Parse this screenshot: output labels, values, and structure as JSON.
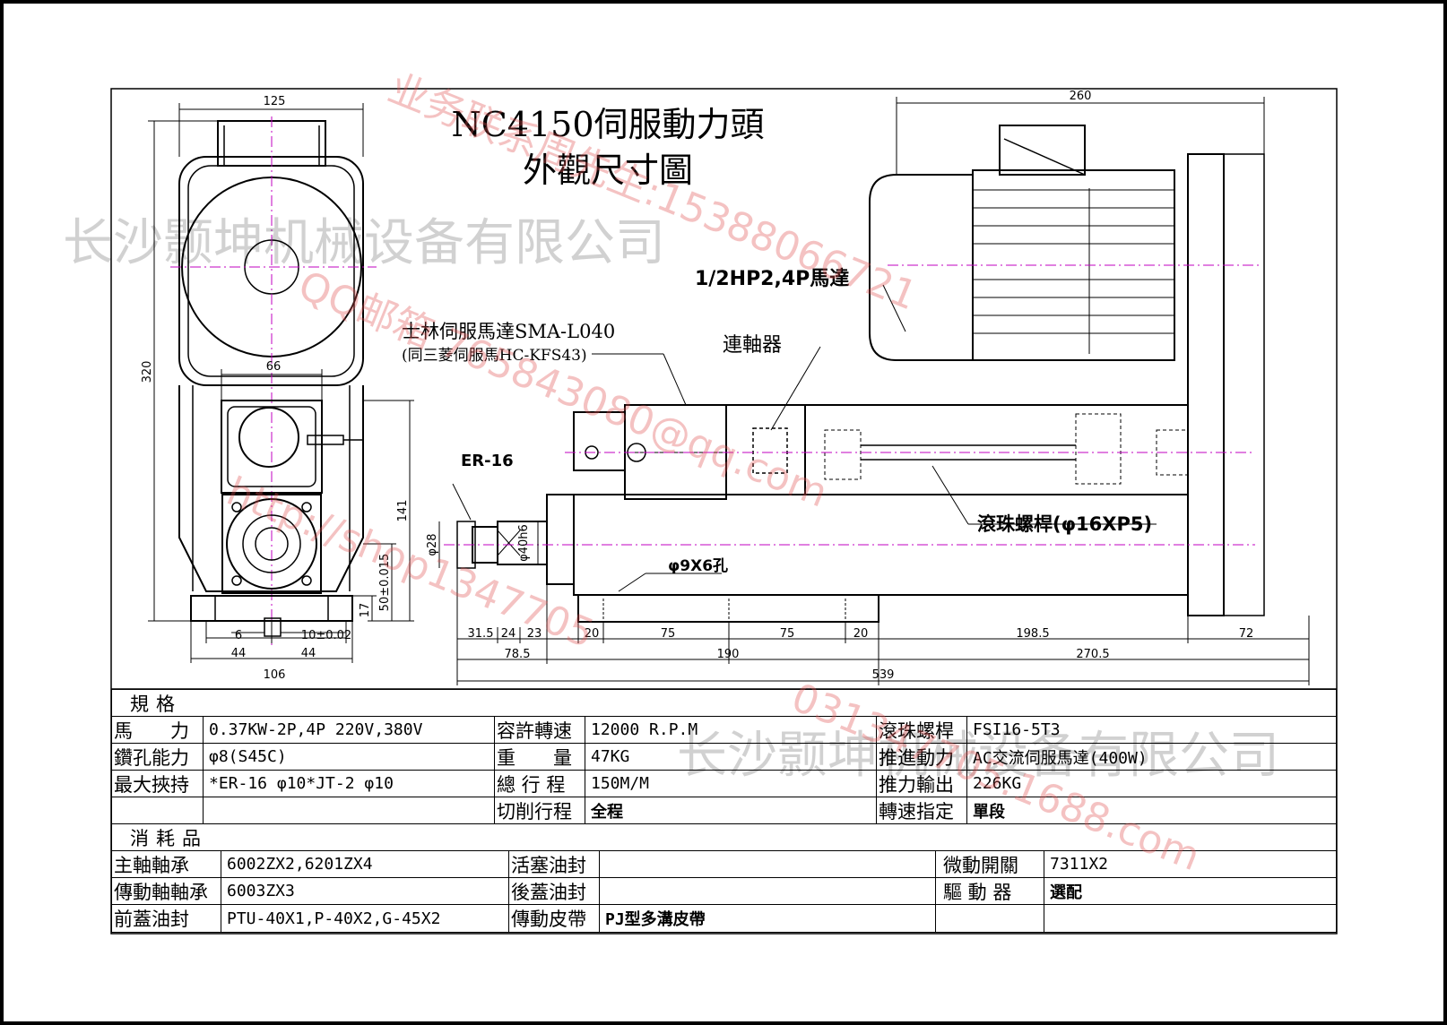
{
  "title": {
    "line1": "NC4150伺服動力頭",
    "line2": "外觀尺寸圖"
  },
  "callouts": {
    "motor": "1/2HP2,4P馬達",
    "servo": "士林伺服馬達SMA-L040",
    "servo_alt": "(同三菱伺服馬HC-KFS43)",
    "coupling": "連軸器",
    "collet": "ER-16",
    "ballscrew": "滾珠螺桿(φ16XP5)",
    "holes": "φ9X6孔"
  },
  "dims": {
    "front_width": "125",
    "front_height": "320",
    "flange_66": "66",
    "h141": "141",
    "h50": "50±0.015",
    "h17": "17",
    "d6": "6",
    "d10": "10±0.02",
    "d44a": "44",
    "d44b": "44",
    "d106": "106",
    "side_260": "260",
    "phi28": "φ28",
    "phi40": "φ40h6",
    "b31_5": "31.5",
    "b24": "24",
    "b23": "23",
    "b20a": "20",
    "b75a": "75",
    "b75b": "75",
    "b20b": "20",
    "b198_5": "198.5",
    "b72": "72",
    "b78_5": "78.5",
    "b190": "190",
    "b270_5": "270.5",
    "b539": "539"
  },
  "watermarks": {
    "company": "长沙颢坤机械设备有限公司",
    "business": "业务联系周先生:15388066721",
    "qq_mail": "QQ邮箱 765843080@qq.com",
    "site": "http://shop1347705",
    "tail": "031347705.1688.com"
  },
  "spec": {
    "section1": "規格",
    "section2": "消耗品",
    "rows": [
      {
        "l1": "馬　　力",
        "v1": "0.37KW-2P,4P  220V,380V",
        "l2": "容許轉速",
        "v2": "12000 R.P.M",
        "l3": "滾珠螺桿",
        "v3": "FSI16-5T3"
      },
      {
        "l1": "鑽孔能力",
        "v1": "φ8(S45C)",
        "l2": "重　　量",
        "v2": "47KG",
        "l3": "推進動力",
        "v3": "AC交流伺服馬達(400W)"
      },
      {
        "l1": "最大挾持",
        "v1": "*ER-16 φ10*JT-2 φ10",
        "l2": "總 行 程",
        "v2": "150M/M",
        "l3": "推力輸出",
        "v3": "226KG"
      },
      {
        "l1": "",
        "v1": "",
        "l2": "切削行程",
        "v2": "全程",
        "l3": "轉速指定",
        "v3": "單段"
      }
    ],
    "consumables": [
      {
        "l1": "主軸軸承",
        "v1": "6002ZX2,6201ZX4",
        "l2": "活塞油封",
        "v2": "",
        "l3": "微動開關",
        "v3": "7311X2"
      },
      {
        "l1": "傳動軸軸承",
        "v1": "6003ZX3",
        "l2": "後蓋油封",
        "v2": "",
        "l3": "驅 動 器",
        "v3": "選配"
      },
      {
        "l1": "前蓋油封",
        "v1": "PTU-40X1,P-40X2,G-45X2",
        "l2": "傳動皮帶",
        "v2": "PJ型多溝皮帶",
        "l3": "",
        "v3": ""
      }
    ]
  }
}
